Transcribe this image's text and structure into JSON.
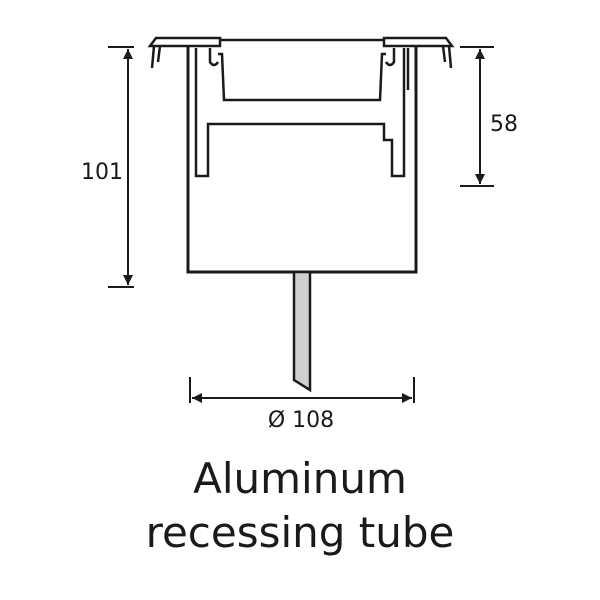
{
  "dimensions": {
    "height_total": "101",
    "height_upper": "58",
    "diameter": "Ø 108"
  },
  "caption": {
    "line1": "Aluminum",
    "line2": "recessing tube"
  },
  "colors": {
    "stroke": "#1a1a1a",
    "background": "#ffffff",
    "cable_fill": "#cfcfcf"
  }
}
